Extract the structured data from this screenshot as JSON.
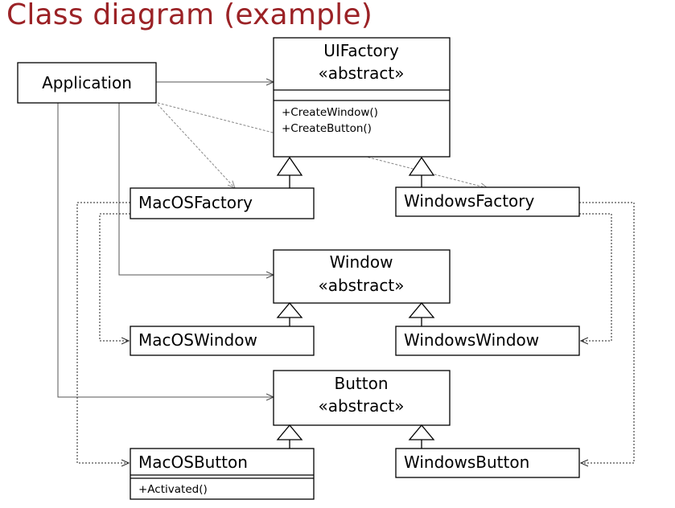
{
  "title": "Class diagram (example)",
  "classes": {
    "uifactory": {
      "name": "UIFactory",
      "stereotype": "«abstract»",
      "methods": [
        "+CreateWindow()",
        "+CreateButton()"
      ]
    },
    "application": {
      "name": "Application"
    },
    "macosfactory": {
      "name": "MacOSFactory"
    },
    "windowsfactory": {
      "name": "WindowsFactory"
    },
    "window": {
      "name": "Window",
      "stereotype": "«abstract»"
    },
    "macoswindow": {
      "name": "MacOSWindow"
    },
    "windowswindow": {
      "name": "WindowsWindow"
    },
    "button": {
      "name": "Button",
      "stereotype": "«abstract»"
    },
    "macosbutton": {
      "name": "MacOSButton",
      "methods": [
        "+Activated()"
      ]
    },
    "windowsbutton": {
      "name": "WindowsButton"
    }
  }
}
